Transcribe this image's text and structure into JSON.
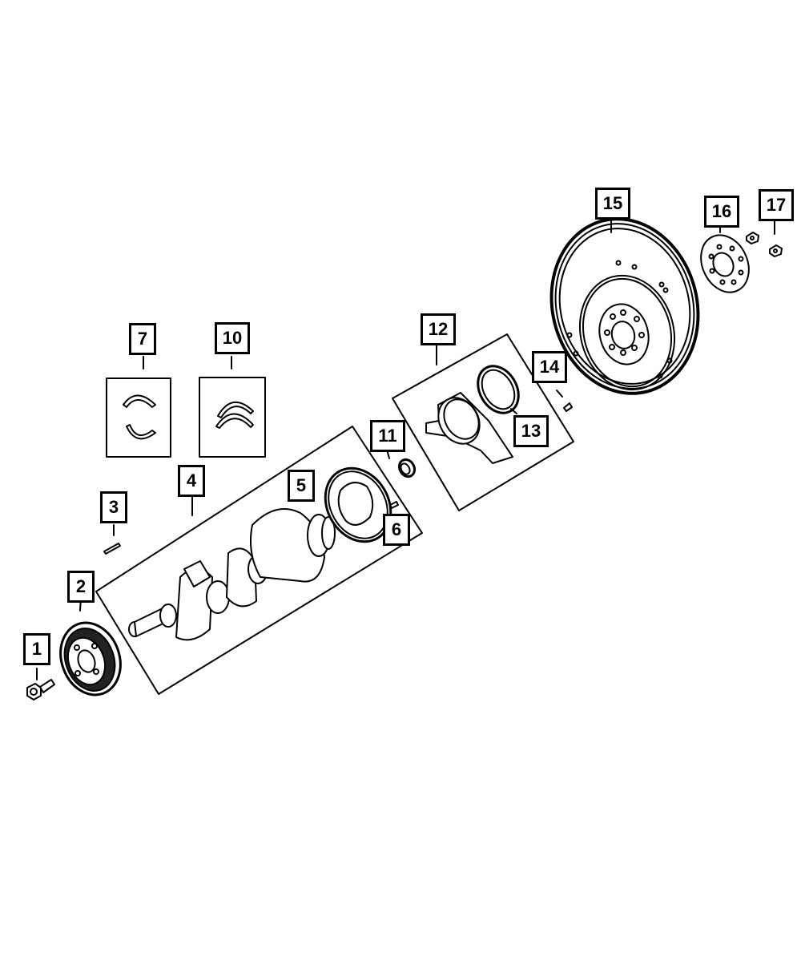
{
  "diagram": {
    "type": "exploded parts diagram",
    "subject": "Crankshaft, flywheel and related parts",
    "colors": {
      "line": "#000000",
      "background": "#ffffff"
    },
    "callouts": [
      {
        "id": "1",
        "label": "1",
        "part": "crankshaft damper bolt"
      },
      {
        "id": "2",
        "label": "2",
        "part": "crankshaft damper / pulley"
      },
      {
        "id": "3",
        "label": "3",
        "part": "woodruff key"
      },
      {
        "id": "4",
        "label": "4",
        "part": "crankshaft assembly (kit)"
      },
      {
        "id": "5",
        "label": "5",
        "part": "crankshaft"
      },
      {
        "id": "6",
        "label": "6",
        "part": "tone wheel screw"
      },
      {
        "id": "7",
        "label": "7",
        "part": "main bearing shells"
      },
      {
        "id": "10",
        "label": "10",
        "part": "thrust washers"
      },
      {
        "id": "11",
        "label": "11",
        "part": "pilot bushing"
      },
      {
        "id": "12",
        "label": "12",
        "part": "rear seal retainer (kit)"
      },
      {
        "id": "13",
        "label": "13",
        "part": "rear main seal"
      },
      {
        "id": "14",
        "label": "14",
        "part": "retainer bolt"
      },
      {
        "id": "15",
        "label": "15",
        "part": "flywheel / flexplate"
      },
      {
        "id": "16",
        "label": "16",
        "part": "backing plate"
      },
      {
        "id": "17",
        "label": "17",
        "part": "flywheel bolts"
      }
    ]
  }
}
